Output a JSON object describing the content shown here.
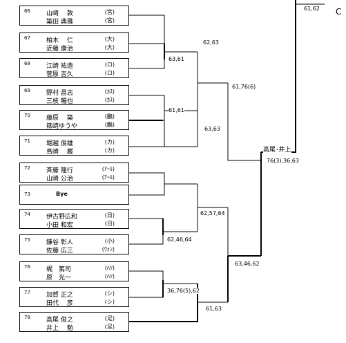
{
  "corner_label": "C",
  "top_score": "61,62",
  "finalist_label": "高尾･井上",
  "entries": [
    {
      "seed": "66",
      "players": [
        {
          "name": "山崎　 敦",
          "club": "(宮)"
        },
        {
          "name": "築田 典雅",
          "club": "(宮)"
        }
      ]
    },
    {
      "seed": "67",
      "players": [
        {
          "name": "柏木　 仁",
          "club": "(大)"
        },
        {
          "name": "近藤 康治",
          "club": "(大)"
        }
      ]
    },
    {
      "seed": "68",
      "players": [
        {
          "name": "江崎 祐造",
          "club": "(ロ)"
        },
        {
          "name": "菅原 吉久",
          "club": "(ロ)"
        }
      ]
    },
    {
      "seed": "69",
      "players": [
        {
          "name": "野村 昌志",
          "club": "(ｶｽ)"
        },
        {
          "name": "三枝 暢也",
          "club": "(ｶｽ)"
        }
      ]
    },
    {
      "seed": "70",
      "players": [
        {
          "name": "藤原　 築",
          "club": "(鵬)"
        },
        {
          "name": "篠崎ゆうや",
          "club": "(鵬)"
        }
      ]
    },
    {
      "seed": "71",
      "players": [
        {
          "name": "堀越 俊雄",
          "club": "(カ)"
        },
        {
          "name": "島崎　 巌",
          "club": "(カ)"
        }
      ]
    },
    {
      "seed": "72",
      "players": [
        {
          "name": "斉藤 隆行",
          "club": "(ｱｰﾙ)"
        },
        {
          "name": "山崎 公治",
          "club": "(ｱｰﾙ)"
        }
      ]
    },
    {
      "seed": "73",
      "bye": "Bye"
    },
    {
      "seed": "74",
      "players": [
        {
          "name": "伊古野広和",
          "club": "(日)"
        },
        {
          "name": "小田 和宏",
          "club": "(日)"
        }
      ]
    },
    {
      "seed": "75",
      "players": [
        {
          "name": "鎌谷 彰人",
          "club": "(小)"
        },
        {
          "name": "佐藤 広三",
          "club": "(ｳｫﾝ)"
        }
      ]
    },
    {
      "seed": "76",
      "players": [
        {
          "name": "梶　篤司",
          "club": "(ﾊﾂ)"
        },
        {
          "name": "原　光一",
          "club": "(ﾊﾂ)"
        }
      ]
    },
    {
      "seed": "77",
      "players": [
        {
          "name": "加賀 正之",
          "club": "(シ)"
        },
        {
          "name": "田代　 彦",
          "club": "(シ)"
        }
      ]
    },
    {
      "seed": "78",
      "players": [
        {
          "name": "高尾 俊之",
          "club": "(足)"
        },
        {
          "name": "井上　 勉",
          "club": "(足)"
        }
      ]
    }
  ],
  "scores": [
    "62,63",
    "63,61",
    "61,61",
    "63,63",
    "61,76(6)",
    "62,57,64",
    "62,46,64",
    "36,76(5),62",
    "61,63",
    "63,46,62",
    "76(3),36,63"
  ]
}
